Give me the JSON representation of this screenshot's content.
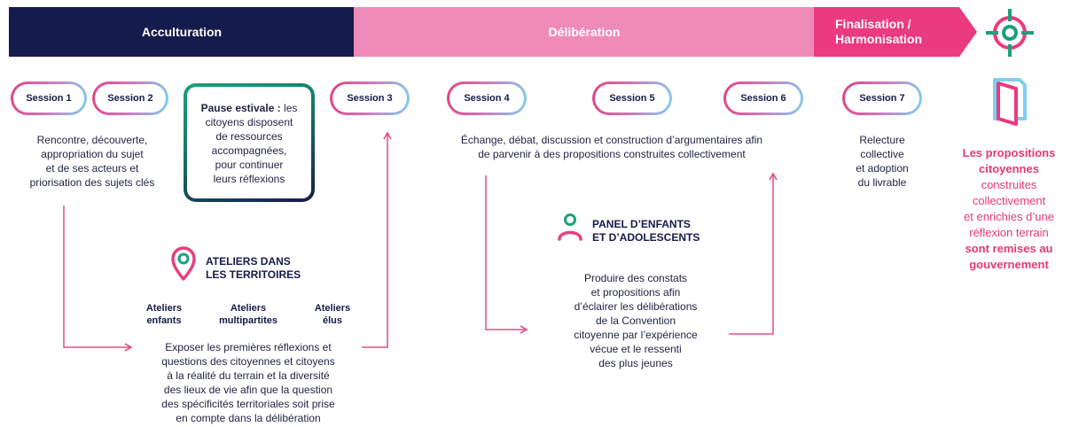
{
  "phases": {
    "acculturation": "Acculturation",
    "deliberation": "Délibération",
    "finalisation_line1": "Finalisation /",
    "finalisation_line2": "Harmonisation"
  },
  "sessions": {
    "s1": "Session 1",
    "s2": "Session 2",
    "s3": "Session 3",
    "s4": "Session 4",
    "s5": "Session 5",
    "s6": "Session 6",
    "s7": "Session 7"
  },
  "session1_text": [
    "Rencontre, découverte,",
    "appropriation du sujet",
    "et de ses acteurs et",
    "priorisation des sujets clés"
  ],
  "pause": {
    "bold": "Pause estivale :",
    "rest1": " les",
    "lines": [
      "citoyens disposent",
      "de ressources",
      "accompagnées,",
      "pour continuer",
      "leurs réflexions"
    ]
  },
  "deliberation_text": [
    "Échange, débat, discussion et construction d’argumentaires afin",
    "de parvenir à des propositions construites collectivement"
  ],
  "session7_text": [
    "Relecture",
    "collective",
    "et adoption",
    "du livrable"
  ],
  "ateliers": {
    "title_line1": "ATELIERS DANS",
    "title_line2": "LES TERRITOIRES",
    "col1": [
      "Ateliers",
      "enfants"
    ],
    "col2": [
      "Ateliers",
      "multipartites"
    ],
    "col3": [
      "Ateliers",
      "élus"
    ],
    "text": [
      "Exposer les premières réflexions et",
      "questions des citoyennes et citoyens",
      "à la réalité du terrain et la diversité",
      "des lieux de vie afin que la question",
      "des spécificités territoriales soit prise",
      "en compte dans la délibération"
    ]
  },
  "panel": {
    "title_line1": "PANEL D’ENFANTS",
    "title_line2": "ET D’ADOLESCENTS",
    "text": [
      "Produire des constats",
      "et propositions afin",
      "d’éclairer les délibérations",
      "de la Convention",
      "citoyenne par l’expérience",
      "vécue et le ressenti",
      "des plus jeunes"
    ]
  },
  "result": {
    "l1": "Les propositions",
    "l2": "citoyennes",
    "l3": "construites",
    "l4": "collectivement",
    "l5": "et enrichies d’une",
    "l6": "réflexion terrain",
    "l7": "sont remises au",
    "l8": "gouvernement"
  },
  "colors": {
    "navy": "#151b4a",
    "pink_light": "#ef8bb8",
    "pink": "#ea3a80",
    "arrow": "#e24f86",
    "green": "#1aa17a",
    "result_text": "#e8396f"
  },
  "icons": [
    "target-crosshair-icon",
    "document-icon",
    "location-pin-icon",
    "person-icon"
  ]
}
